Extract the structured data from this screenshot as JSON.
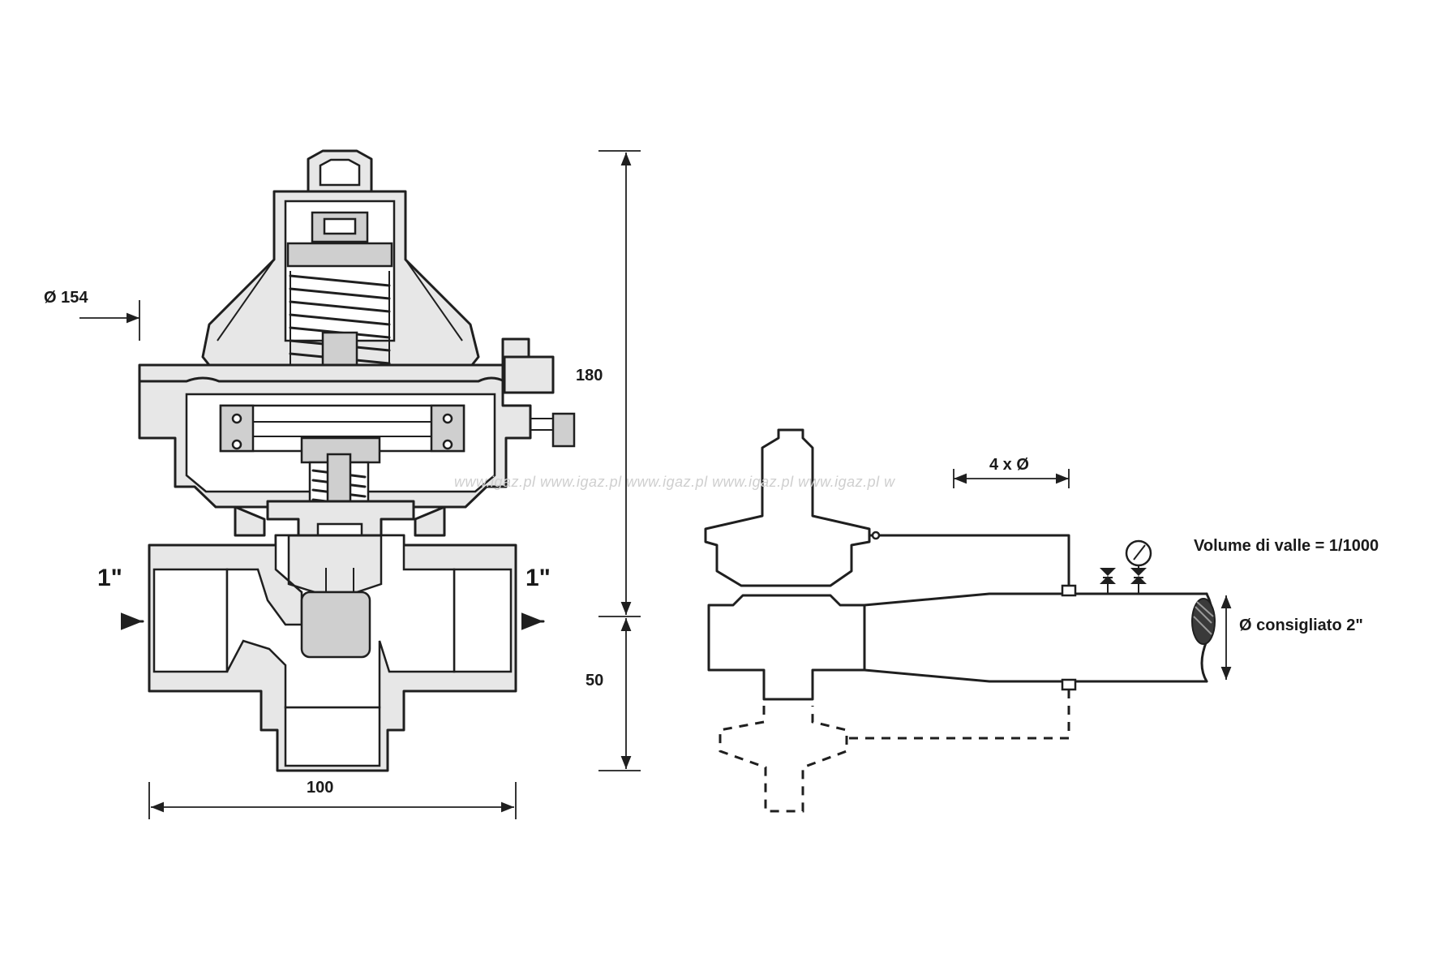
{
  "dimensions": {
    "diameter_body": "Ø 154",
    "height_total": "180",
    "height_lower": "50",
    "width_body": "100",
    "inlet_size": "1\"",
    "outlet_size": "1\"",
    "pipe_distance": "4 x Ø"
  },
  "installation": {
    "downstream_volume": "Volume di valle = 1/1000",
    "recommended_diameter": "Ø consigliato 2\""
  },
  "watermark": "www.igaz.pl www.igaz.pl www.igaz.pl www.igaz.pl www.igaz.pl w",
  "icons": [
    "pressure-gauge-icon",
    "valve-icon",
    "flow-arrow-icon"
  ]
}
